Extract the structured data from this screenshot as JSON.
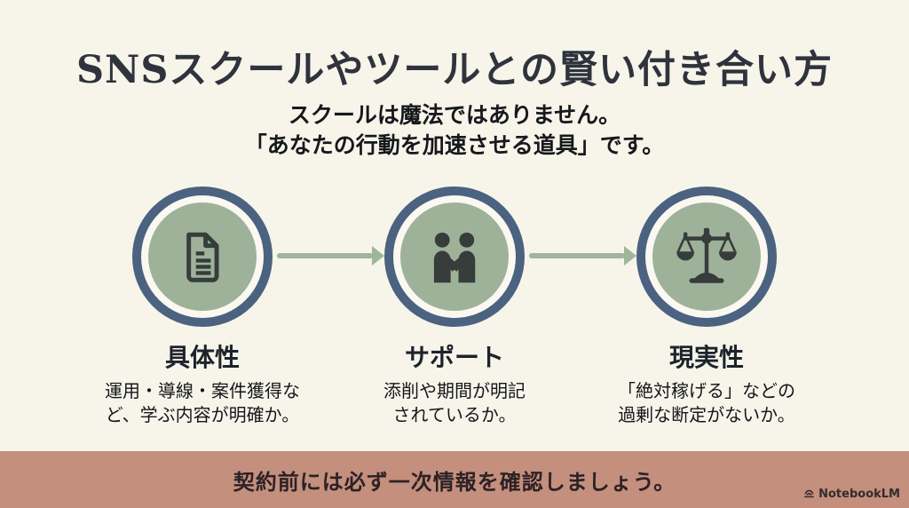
{
  "title": "SNSスクールやツールとの賢い付き合い方",
  "subtitle": {
    "line1": "スクールは魔法ではありません。",
    "line2": "「あなたの行動を加速させる道具」です。"
  },
  "pillars": [
    {
      "icon": "document-icon",
      "label": "具体性",
      "desc_line1": "運用・導線・案件獲得な",
      "desc_line2": "ど、学ぶ内容が明確か。"
    },
    {
      "icon": "handshake-icon",
      "label": "サポート",
      "desc_line1": "添削や期間が明記",
      "desc_line2": "されているか。"
    },
    {
      "icon": "scales-icon",
      "label": "現実性",
      "desc_line1": "「絶対稼げる」などの",
      "desc_line2": "過剰な断定がないか。"
    }
  ],
  "footer": {
    "text": "契約前には必ず一次情報を確認しましょう。"
  },
  "watermark": {
    "text": "NotebookLM"
  },
  "colors": {
    "background": "#f7f4ea",
    "ring_navy": "#4b6280",
    "circle_green": "#9eb29a",
    "arrow_green": "#9fb69b",
    "icon_dark": "#363d3a",
    "footer_bar": "#c48f7d",
    "title_text": "#2e333c"
  }
}
